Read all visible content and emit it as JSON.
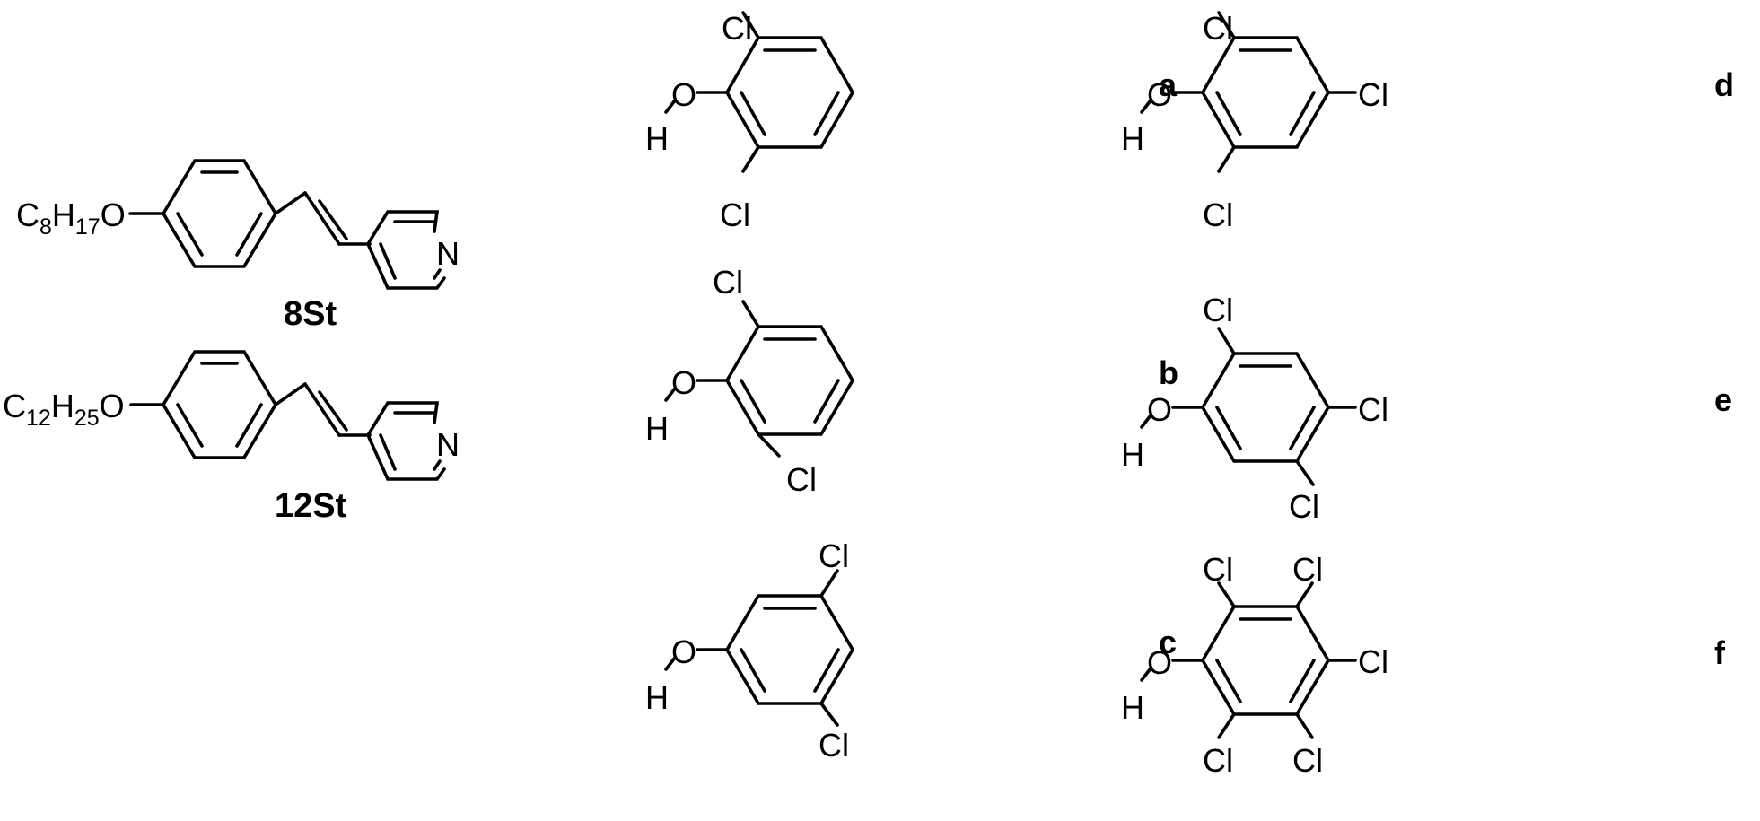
{
  "stilbazoles": [
    {
      "id": "8St",
      "chain_c": "C",
      "chain_c_sub": "8",
      "chain_h": "H",
      "chain_h_sub": "17",
      "chain_o": "O",
      "n": "N"
    },
    {
      "id": "12St",
      "chain_c": "C",
      "chain_c_sub": "12",
      "chain_h": "H",
      "chain_h_sub": "25",
      "chain_o": "O",
      "n": "N"
    }
  ],
  "phenols": [
    {
      "letter": "a",
      "o": "O",
      "h": "H",
      "cl": [
        "Cl",
        "Cl"
      ]
    },
    {
      "letter": "b",
      "o": "O",
      "h": "H",
      "cl": [
        "Cl",
        "Cl"
      ]
    },
    {
      "letter": "c",
      "o": "O",
      "h": "H",
      "cl": [
        "Cl",
        "Cl"
      ]
    },
    {
      "letter": "d",
      "o": "O",
      "h": "H",
      "cl": [
        "Cl",
        "Cl",
        "Cl"
      ]
    },
    {
      "letter": "e",
      "o": "O",
      "h": "H",
      "cl": [
        "Cl",
        "Cl",
        "Cl"
      ]
    },
    {
      "letter": "f",
      "o": "O",
      "h": "H",
      "cl": [
        "Cl",
        "Cl",
        "Cl",
        "Cl",
        "Cl"
      ]
    }
  ]
}
